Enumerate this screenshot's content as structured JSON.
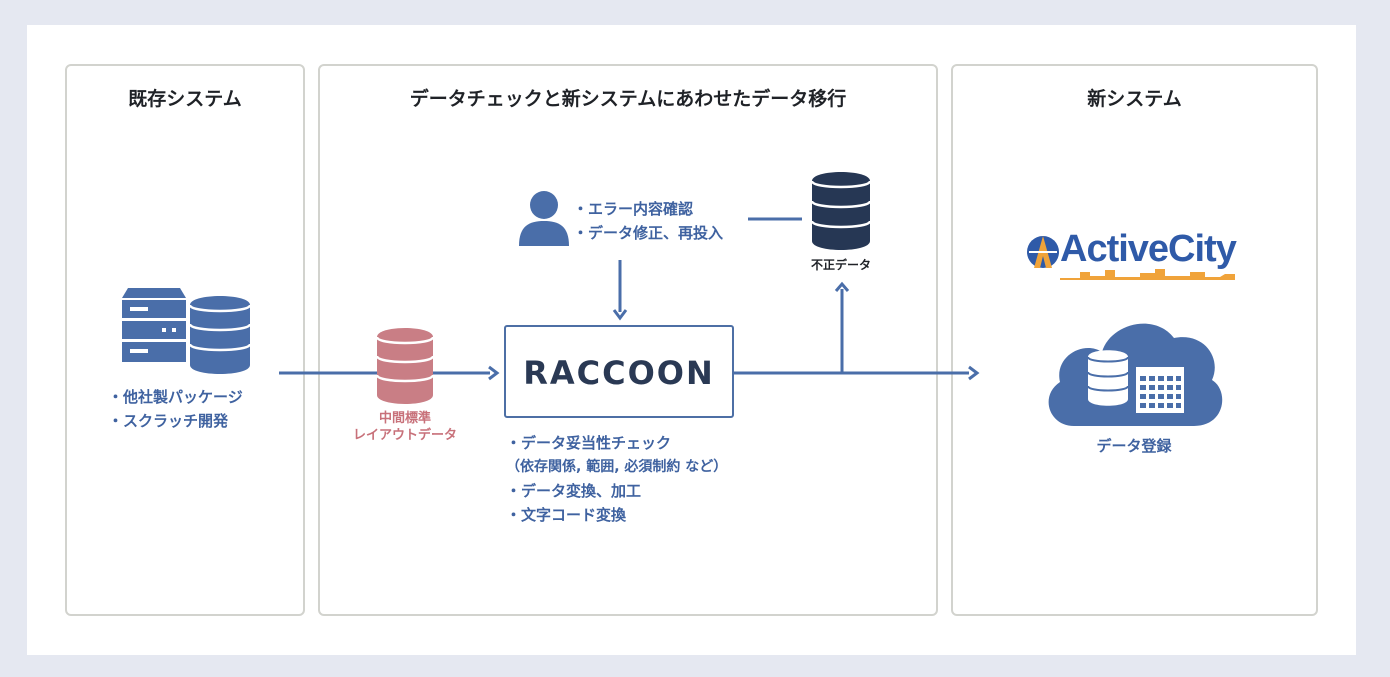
{
  "panels": {
    "legacy": {
      "title": "既存システム",
      "items": [
        "・他社製パッケージ",
        "・スクラッチ開発"
      ]
    },
    "migration": {
      "title": "データチェックと新システムにあわせたデータ移行",
      "user_tasks": [
        "・エラー内容確認",
        "・データ修正、再投入"
      ],
      "invalid_db_label": "不正データ",
      "intermediate_label": [
        "中間標準",
        "レイアウトデータ"
      ],
      "raccoon_logo": "RACCOON",
      "raccoon_tasks": [
        "・データ妥当性チェック",
        "（依存関係, 範囲, 必須制約 など）",
        "・データ変換、加工",
        "・文字コード変換"
      ]
    },
    "new_system": {
      "title": "新システム",
      "logo_text": "ActiveCity",
      "cloud_label": "データ登録"
    }
  },
  "colors": {
    "background": "#e5e8f1",
    "accent_blue": "#4a6ea9",
    "text_blue": "#3f62a0",
    "pink": "#c8717a",
    "navy": "#263754",
    "orange": "#f0a33a"
  },
  "icons": [
    "server-icon",
    "database-icon",
    "user-icon",
    "cloud-icon",
    "grid-icon"
  ]
}
